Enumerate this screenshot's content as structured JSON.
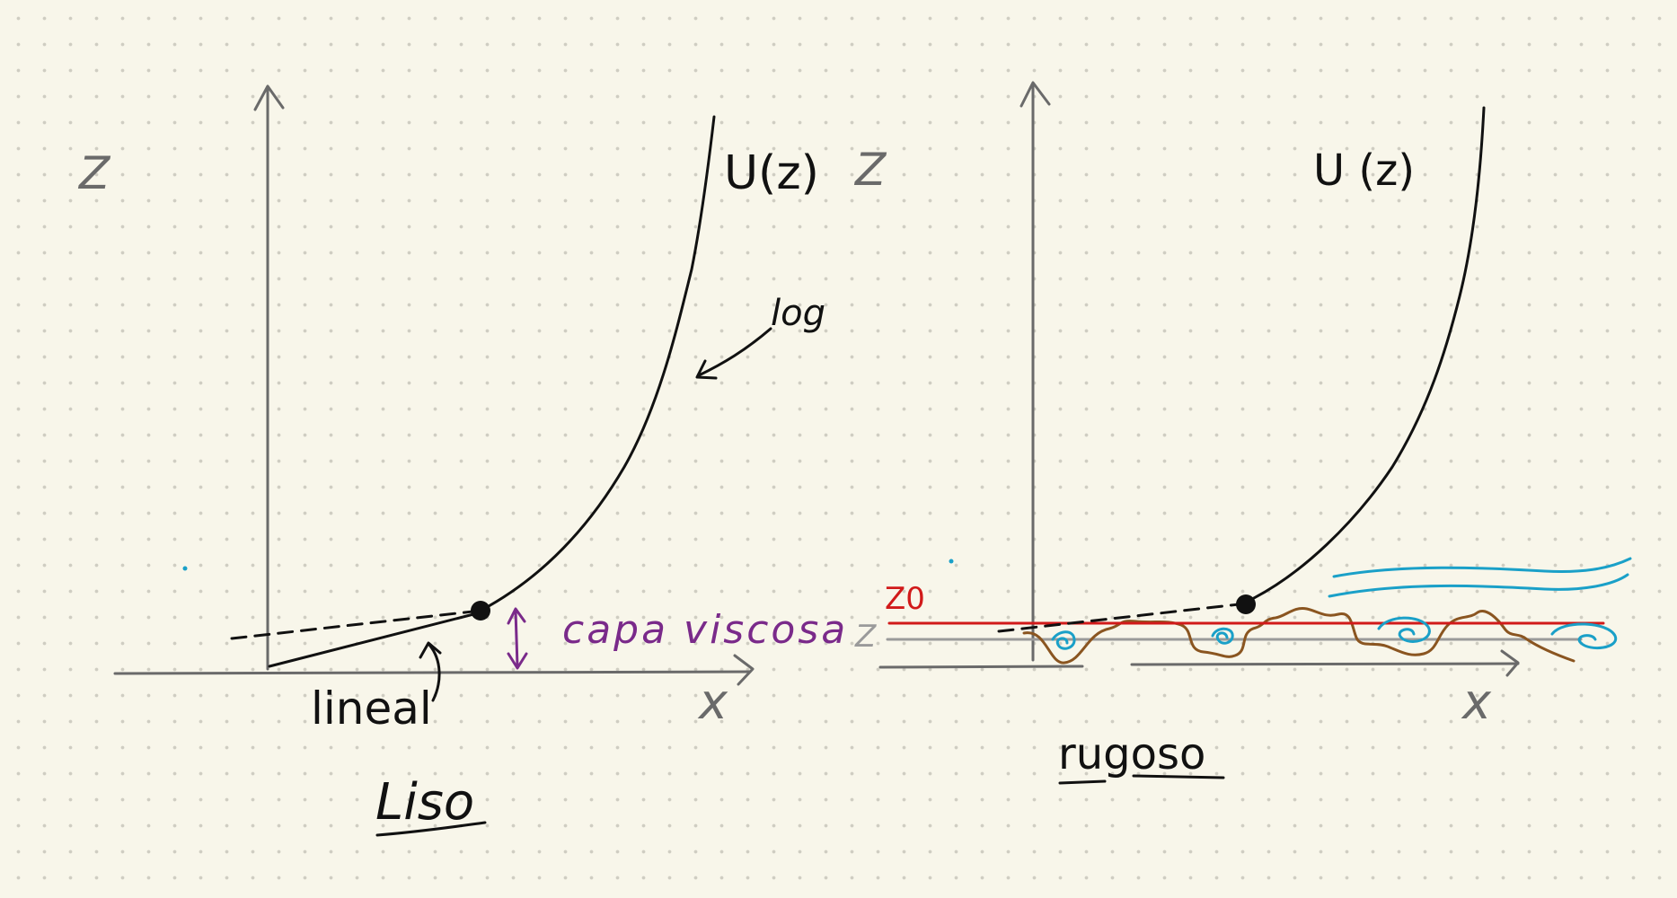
{
  "left_panel": {
    "z_label": "Z",
    "x_label": "x",
    "curve_label": "U(z)",
    "log_label": "log",
    "viscous_label": "capa viscosa",
    "linear_label": "lineal",
    "caption": "Liso"
  },
  "right_panel": {
    "z_label": "Z",
    "x_label": "x",
    "curve_label": "U (z)",
    "z0_label": "Z0",
    "z_small_label": "Z",
    "caption": "rugoso"
  },
  "colors": {
    "axis": "#6a6a6a",
    "curve": "#111111",
    "viscous": "#7a2a8a",
    "z0_line": "#d11a1a",
    "roughness": "#8a5520",
    "eddies": "#1aa0c8",
    "grey_line": "#9a9a9a"
  }
}
